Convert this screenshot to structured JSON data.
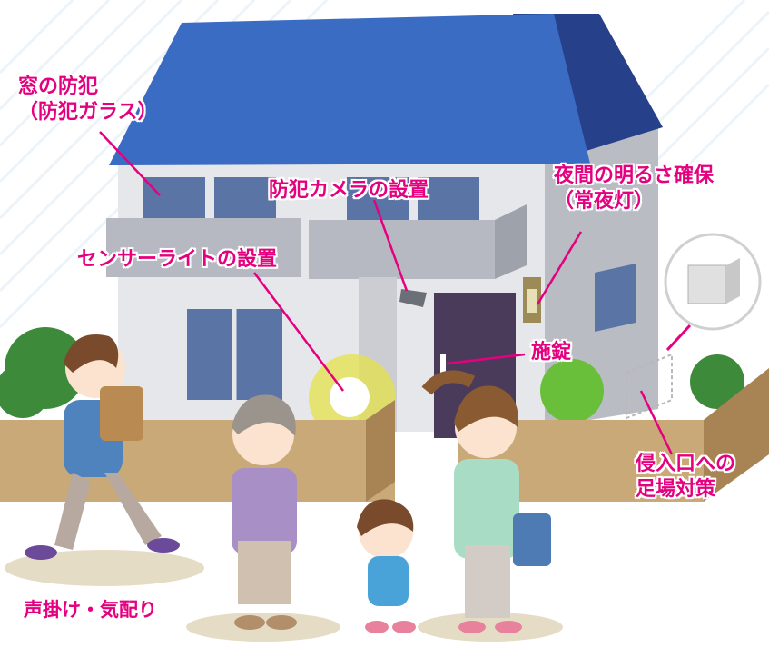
{
  "labels": {
    "window": {
      "line1": "窓の防犯",
      "line2": "（防犯ガラス）"
    },
    "camera": "防犯カメラの設置",
    "night": {
      "line1": "夜間の明るさ確保",
      "line2": "（常夜灯）"
    },
    "sensor_light": "センサーライトの設置",
    "lock": "施錠",
    "entry": {
      "line1": "侵入口への",
      "line2": "足場対策"
    },
    "greeting": "声掛け・気配り"
  },
  "colors": {
    "label_pink": "#e4007f",
    "roof_blue": "#3b6cc4",
    "wall": "#e6e7ea",
    "fence": "#c9a977"
  }
}
